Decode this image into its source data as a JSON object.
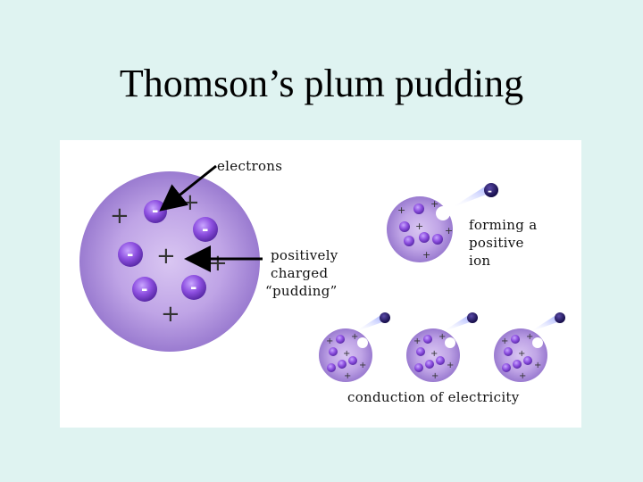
{
  "slide": {
    "title": "Thomson’s plum pudding"
  },
  "labels": {
    "electrons": "electrons",
    "pudding_line1": "positively",
    "pudding_line2": "charged",
    "pudding_line3": "“pudding”",
    "ion_line1": "forming a",
    "ion_line2": "positive",
    "ion_line3": "ion",
    "conduction": "conduction of electricity"
  },
  "signs": {
    "plus": "+",
    "minus": "-"
  },
  "colors": {
    "background": "#dff3f1",
    "pudding": "#b89ae0",
    "electron": "#8a4fd6",
    "free_electron": "#1c0f5e",
    "hole": "#ffffff"
  }
}
